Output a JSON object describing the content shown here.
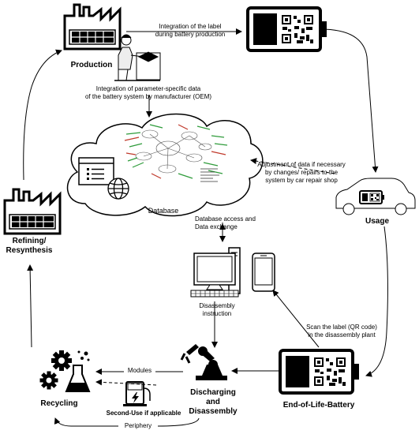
{
  "nodes": {
    "production": "Production",
    "usage": "Usage",
    "database": "Database",
    "refining_line1": "Refining/",
    "refining_line2": "Resynthesis",
    "recycling": "Recycling",
    "eol_battery": "End-of-Life-Battery",
    "discharging_line1": "Discharging",
    "discharging_line2": "and",
    "discharging_line3": "Disassembly",
    "second_use": "Second-Use if applicable"
  },
  "edges": {
    "label_integration_1": "Integration of the label",
    "label_integration_2": "during battery production",
    "oem_1": "Integration of parameter-specific data",
    "oem_2": "of the battery system by manufacturer (OEM)",
    "adjust_1": "Adjustment of data if necessary",
    "adjust_2": "by changes/ repairs to the",
    "adjust_3": "system by car repair shop",
    "db_access_1": "Database access and",
    "db_access_2": "Data exchange",
    "disassembly_1": "Disassembly",
    "disassembly_2": "instruction",
    "scan_1": "Scan the label (QR code)",
    "scan_2": "in the disassembly plant",
    "modules": "Modules",
    "periphery": "Periphery"
  },
  "icons": [
    "factory-icon",
    "worker-icon",
    "battery-qr-icon",
    "cloud-icon",
    "browser-window-icon",
    "globe-icon",
    "car-icon",
    "computer-icon",
    "smartphone-icon",
    "robot-arm-icon",
    "gears-icon",
    "flask-icon",
    "charging-station-icon",
    "mind-map-icon"
  ]
}
